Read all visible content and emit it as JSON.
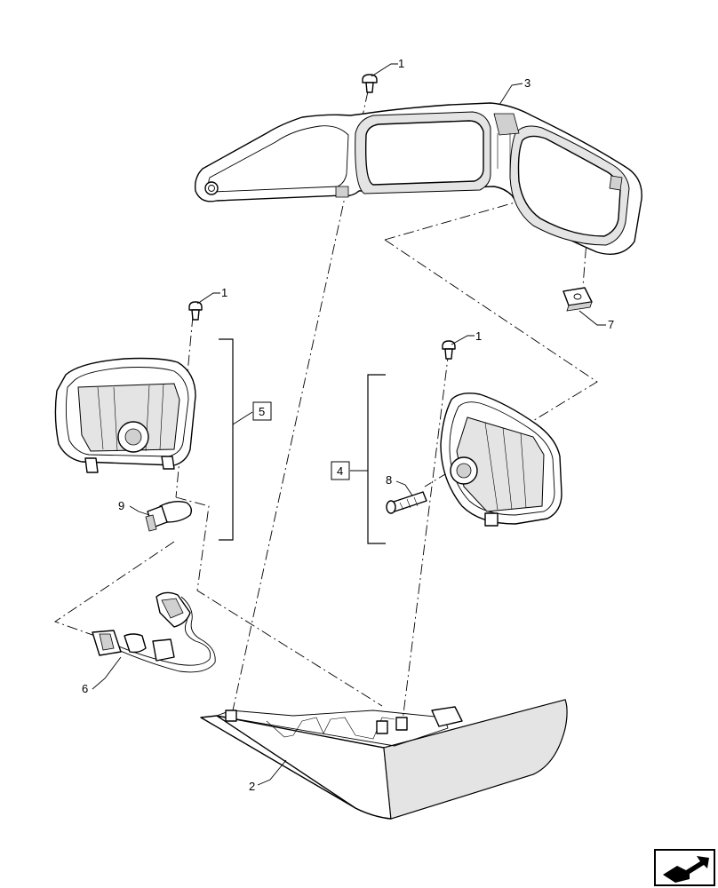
{
  "callouts": {
    "screw_top": "1",
    "screw_left": "1",
    "screw_right": "1",
    "housing": "3",
    "clip": "7",
    "assembly_left": "5",
    "assembly_right": "4",
    "bolt": "8",
    "bulb": "9",
    "harness": "6",
    "cover": "2"
  },
  "icons": {
    "corner": "next-page-arrow-icon"
  }
}
